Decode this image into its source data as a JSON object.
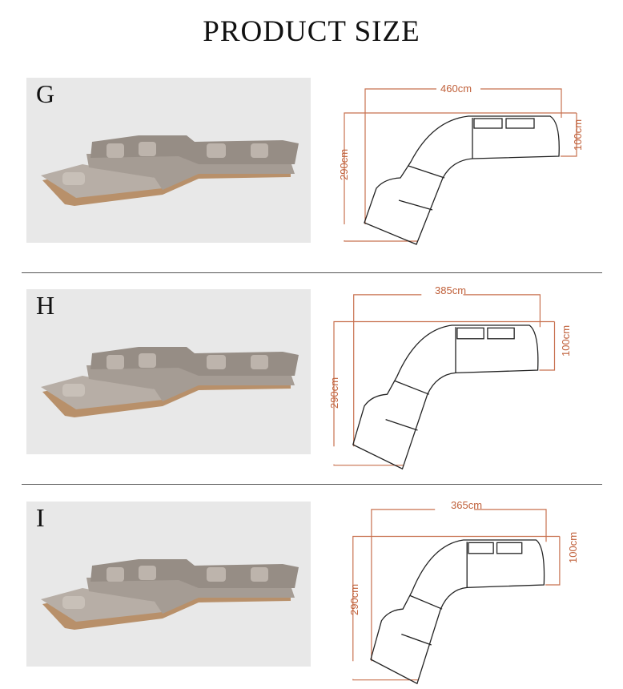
{
  "title": "PRODUCT SIZE",
  "colors": {
    "dimension": "#c8714f",
    "photo_bg": "#e8e8e8",
    "fabric": "#a59c94",
    "wood": "#b8906a"
  },
  "sections": [
    {
      "letter": "G",
      "width": "460cm",
      "depth": "290cm",
      "seat_depth": "100cm"
    },
    {
      "letter": "H",
      "width": "385cm",
      "depth": "290cm",
      "seat_depth": "100cm"
    },
    {
      "letter": "I",
      "width": "365cm",
      "depth": "290cm",
      "seat_depth": "100cm"
    }
  ]
}
